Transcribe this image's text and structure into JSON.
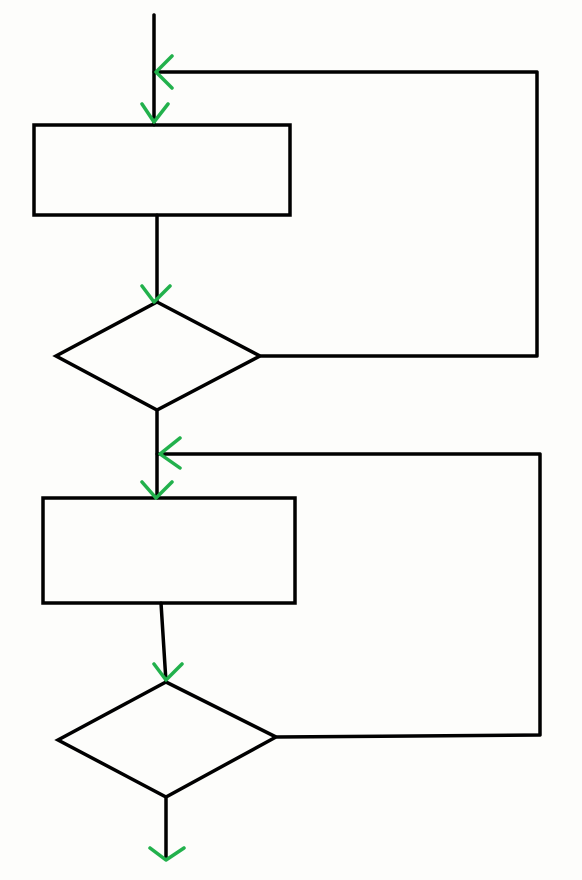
{
  "diagram": {
    "type": "flowchart",
    "description_shapes": [
      "process",
      "decision",
      "process",
      "decision"
    ],
    "line_color": "#000000",
    "arrow_color": "#22b14c",
    "background": "#fdfdfb",
    "nodes": [
      {
        "id": "process-1",
        "shape": "rectangle",
        "label": ""
      },
      {
        "id": "decision-1",
        "shape": "diamond",
        "label": ""
      },
      {
        "id": "process-2",
        "shape": "rectangle",
        "label": ""
      },
      {
        "id": "decision-2",
        "shape": "diamond",
        "label": ""
      }
    ],
    "edges": [
      {
        "from": "start",
        "to": "process-1"
      },
      {
        "from": "process-1",
        "to": "decision-1"
      },
      {
        "from": "decision-1",
        "to": "process-1",
        "kind": "loop-back"
      },
      {
        "from": "decision-1",
        "to": "process-2"
      },
      {
        "from": "process-2",
        "to": "decision-2"
      },
      {
        "from": "decision-2",
        "to": "process-2",
        "kind": "loop-back"
      },
      {
        "from": "decision-2",
        "to": "end"
      }
    ]
  }
}
